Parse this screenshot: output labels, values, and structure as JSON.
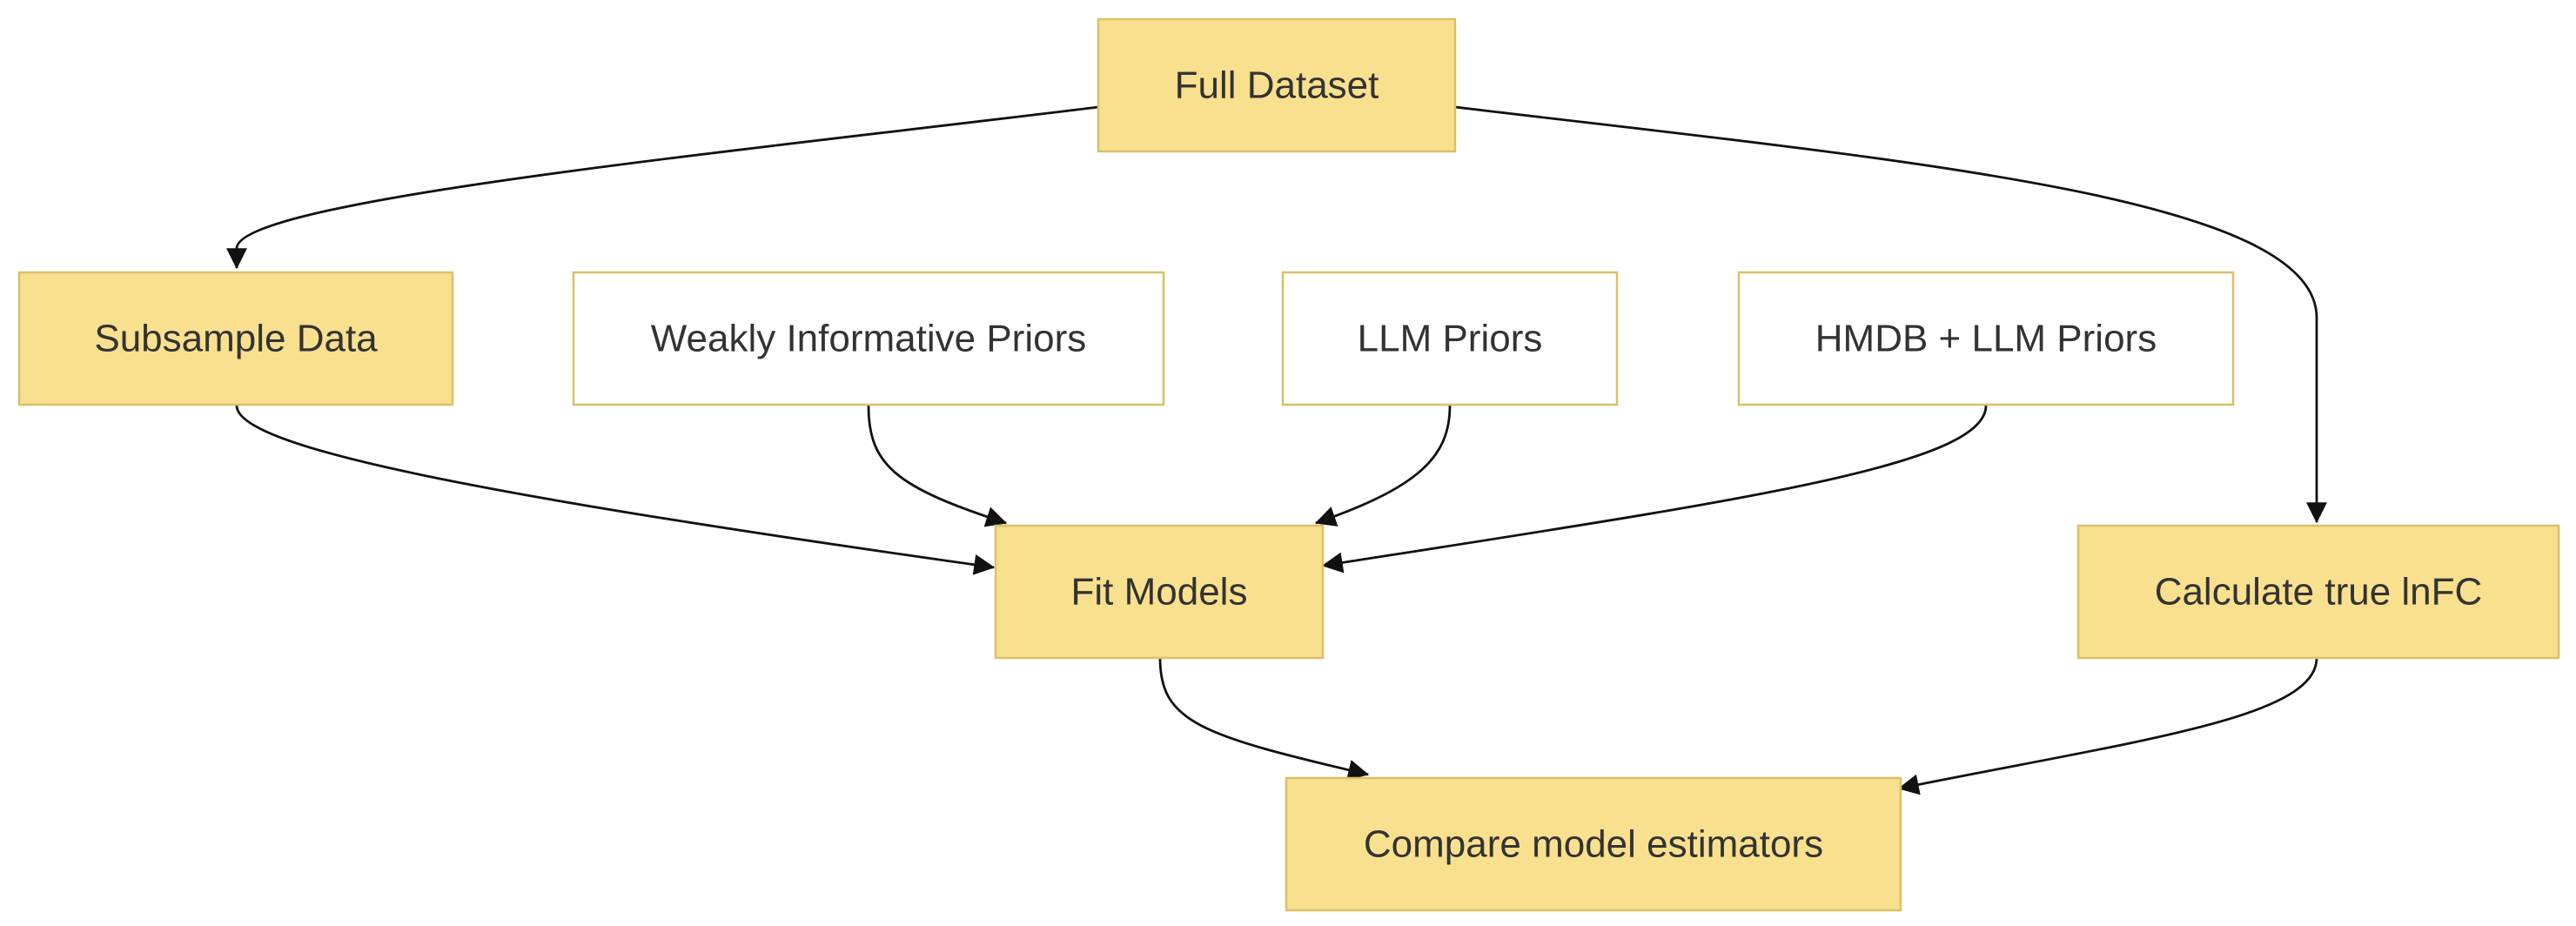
{
  "colors": {
    "node_fill": "#f8e08e",
    "node_border": "#d9c069",
    "node_outline_fill": "#ffffff",
    "text": "#333333",
    "edge": "#111111"
  },
  "nodes": {
    "full_dataset": {
      "label": "Full Dataset",
      "style": "filled"
    },
    "subsample_data": {
      "label": "Subsample Data",
      "style": "filled"
    },
    "weakly_informative_priors": {
      "label": "Weakly Informative Priors",
      "style": "outline"
    },
    "llm_priors": {
      "label": "LLM Priors",
      "style": "outline"
    },
    "hmdb_llm_priors": {
      "label": "HMDB + LLM Priors",
      "style": "outline"
    },
    "fit_models": {
      "label": "Fit Models",
      "style": "filled"
    },
    "calculate_true_lnfc": {
      "label": "Calculate true lnFC",
      "style": "filled"
    },
    "compare_model_estimators": {
      "label": "Compare model estimators",
      "style": "filled"
    }
  },
  "edges": [
    {
      "from": "full_dataset",
      "to": "subsample_data"
    },
    {
      "from": "full_dataset",
      "to": "calculate_true_lnfc"
    },
    {
      "from": "subsample_data",
      "to": "fit_models"
    },
    {
      "from": "weakly_informative_priors",
      "to": "fit_models"
    },
    {
      "from": "llm_priors",
      "to": "fit_models"
    },
    {
      "from": "hmdb_llm_priors",
      "to": "fit_models"
    },
    {
      "from": "fit_models",
      "to": "compare_model_estimators"
    },
    {
      "from": "calculate_true_lnfc",
      "to": "compare_model_estimators"
    }
  ]
}
